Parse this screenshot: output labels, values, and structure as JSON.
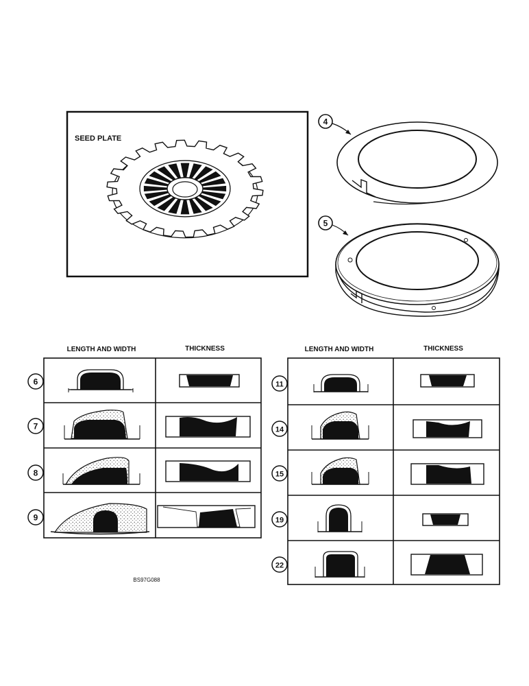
{
  "seed_plate_panel": {
    "title": "SEED PLATE"
  },
  "callouts": {
    "item_4": "4",
    "item_5": "5"
  },
  "left_table": {
    "header_length_width": "LENGTH AND WIDTH",
    "header_thickness": "THICKNESS",
    "rows": [
      "6",
      "7",
      "8",
      "9"
    ]
  },
  "right_table": {
    "header_length_width": "LENGTH AND WIDTH",
    "header_thickness": "THICKNESS",
    "rows": [
      "11",
      "14",
      "15",
      "19",
      "22"
    ]
  },
  "figure_code": "BS97G088"
}
